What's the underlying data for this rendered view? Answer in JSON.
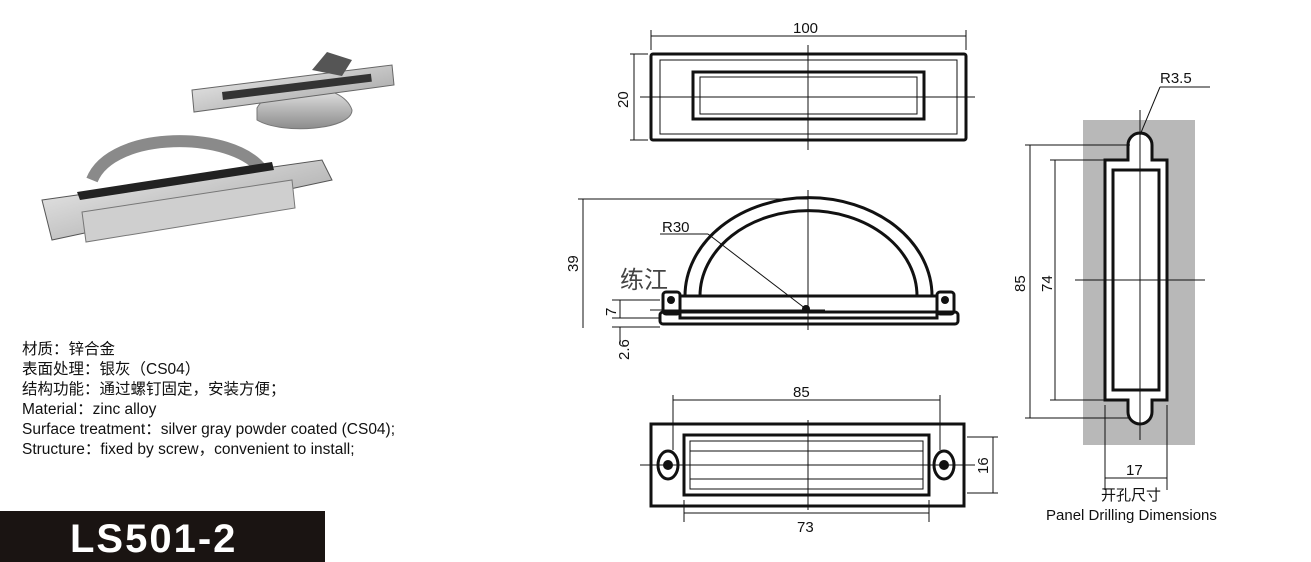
{
  "specs": {
    "cn_material": "材质：锌合金",
    "cn_surface": "表面处理：银灰（CS04）",
    "cn_structure": "结构功能：通过螺钉固定，安装方便；",
    "en_material": "Material：zinc alloy",
    "en_surface": "Surface treatment：silver gray powder coated (CS04);",
    "en_structure": "Structure：fixed by screw，convenient to install;"
  },
  "model": "LS501-2",
  "watermark": "练江",
  "dimensions": {
    "top_width": "100",
    "top_height": "20",
    "side_height": "39",
    "radius": "R30",
    "side_7": "7",
    "side_26": "2.6",
    "bottom_85": "85",
    "bottom_73": "73",
    "bottom_16": "16",
    "cutout_radius": "R3.5",
    "cutout_85": "85",
    "cutout_74": "74",
    "cutout_17": "17"
  },
  "panel": {
    "title_cn": "开孔尺寸",
    "title_en": "Panel Drilling Dimensions"
  },
  "colors": {
    "panel_gray": "#b8b8b8",
    "model_bar": "#1a1412"
  }
}
